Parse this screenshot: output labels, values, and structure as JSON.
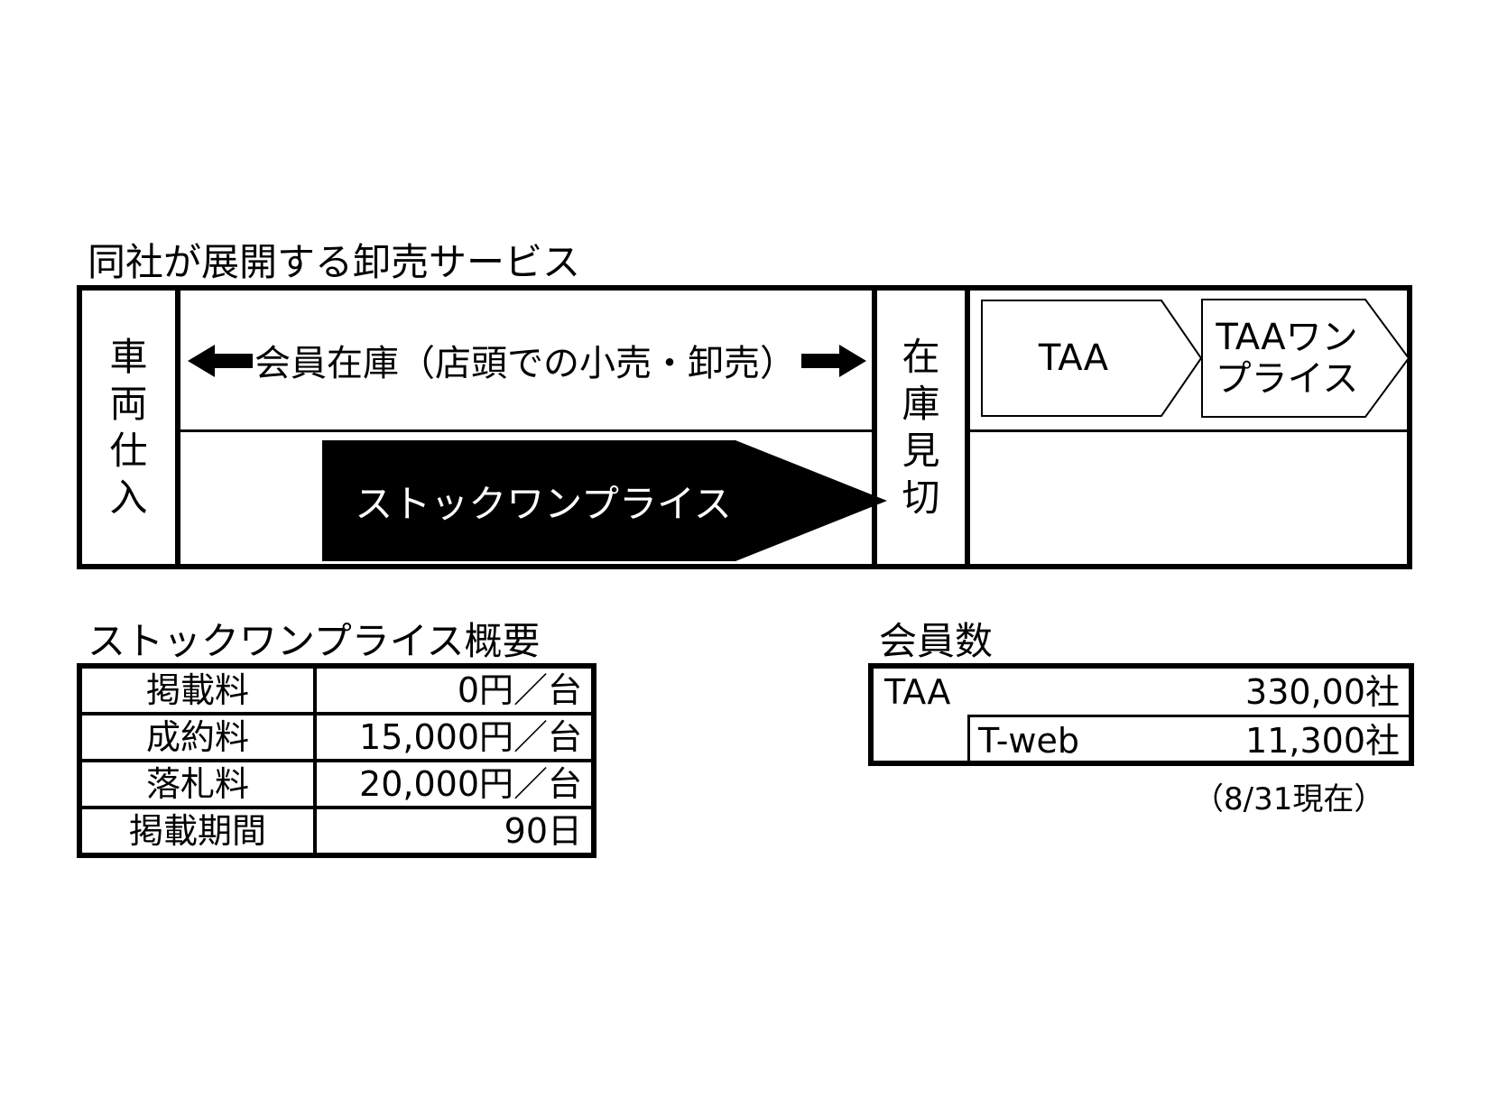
{
  "services": {
    "title": "同社が展開する卸売サービス",
    "col_vehicle": [
      "車",
      "両",
      "仕",
      "入"
    ],
    "col_inventory": [
      "在",
      "庫",
      "見",
      "切"
    ],
    "member_stock_label": "会員在庫（店頭での小売・卸売）",
    "stock_one_price_label": "ストックワンプライス",
    "taa_label": "TAA",
    "taa_one_price_line1": "TAAワン",
    "taa_one_price_line2": "プライス"
  },
  "overview": {
    "title": "ストックワンプライス概要",
    "rows": [
      {
        "label": "掲載料",
        "value": "0円／台"
      },
      {
        "label": "成約料",
        "value": "15,000円／台"
      },
      {
        "label": "落札料",
        "value": "20,000円／台"
      },
      {
        "label": "掲載期間",
        "value": "90日"
      }
    ]
  },
  "members": {
    "title": "会員数",
    "taa_label": "TAA",
    "taa_value": "330,00社",
    "tweb_label": "T-web",
    "tweb_value": "11,300社",
    "note": "（8/31現在）"
  }
}
